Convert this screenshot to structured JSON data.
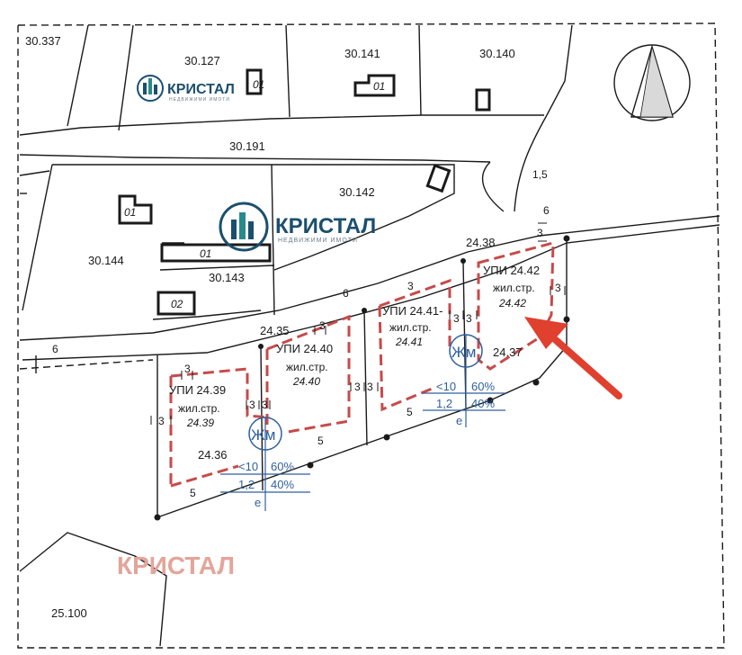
{
  "parcels": {
    "p30337": "30.337",
    "p30127": "30.127",
    "p30141": "30.141",
    "p30140": "30.140",
    "p30191": "30.191",
    "p30142": "30.142",
    "p30144": "30.144",
    "p30143": "30.143",
    "p25100": "25.100"
  },
  "lots": {
    "l2438": "24.38",
    "l2435": "24.35",
    "l2436": "24.36",
    "l2437": "24.37",
    "upi2442": "УПИ 24.42",
    "upi2441": "УПИ 24.41-",
    "upi2440": "УПИ 24.40",
    "upi2439": "УПИ 24.39",
    "use_label": "жил.стр.",
    "sub2442": "24.42",
    "sub2441": "24.41",
    "sub2440": "24.40",
    "sub2439": "24.39"
  },
  "building_marks": {
    "b01": "01",
    "b02": "02"
  },
  "setbacks": {
    "three": "3",
    "five": "5",
    "six": "6",
    "one_half": "1,5"
  },
  "zone": {
    "code": "Жм",
    "height": "<10",
    "density": "60%",
    "kint": "1,2",
    "green": "40%",
    "type": "е"
  },
  "watermarks": {
    "brand": "КРИСТАЛ",
    "brand_sub": "НЕДВИЖИМИ ИМОТИ"
  },
  "colors": {
    "regulation_line": "#c74a4a",
    "zone_text": "#2f5f9e",
    "arrow": "#e0402e",
    "brand": "#1b4f6e"
  }
}
